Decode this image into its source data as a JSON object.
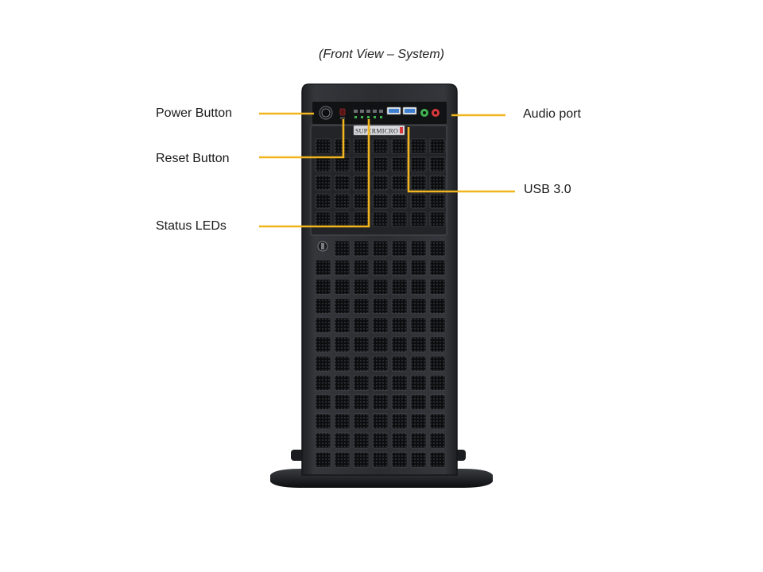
{
  "caption": "(Front View – System)",
  "callouts": {
    "power_button": "Power Button",
    "reset_button": "Reset Button",
    "status_leds": "Status LEDs",
    "audio_port": "Audio port",
    "usb": "USB 3.0"
  },
  "brand": {
    "logo_text": "SUPERMICRO"
  },
  "colors": {
    "callout_line": "#f2b51d",
    "chassis": "#2b2d31",
    "chassis_edge": "#1b1c1f",
    "panel": "#121315",
    "grille_cell": "#0e0f11",
    "usb_blue": "#3f7fcf",
    "audio_green": "#3fb34f",
    "audio_red": "#d8383a"
  },
  "icons": {
    "power": "power-button-icon",
    "reset": "reset-button-icon",
    "led": "status-led-icon",
    "usb": "usb-port-icon",
    "audio": "audio-jack-icon",
    "lock": "lock-icon"
  }
}
